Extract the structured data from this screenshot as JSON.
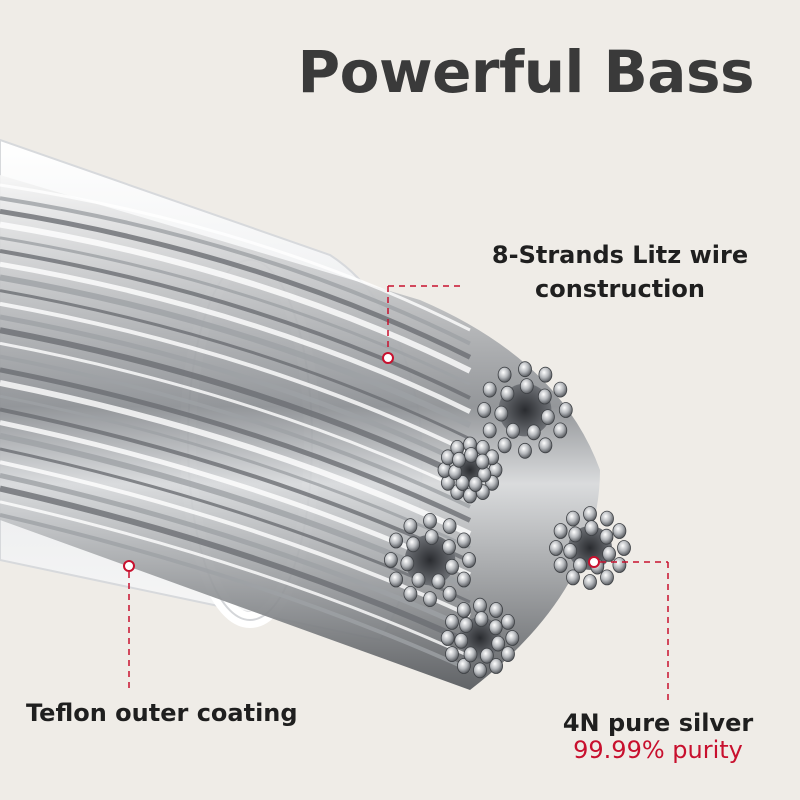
{
  "title": "Powerful Bass",
  "callouts": {
    "litz": {
      "line1": "8-Strands Litz wire",
      "line2": "construction"
    },
    "teflon": {
      "label": "Teflon outer coating"
    },
    "silver": {
      "label": "4N pure silver",
      "sub": "99.99% purity"
    }
  },
  "colors": {
    "background": "#efece7",
    "accent": "#c8102e",
    "title": "#3a3a3a",
    "text": "#1f1f1f"
  }
}
